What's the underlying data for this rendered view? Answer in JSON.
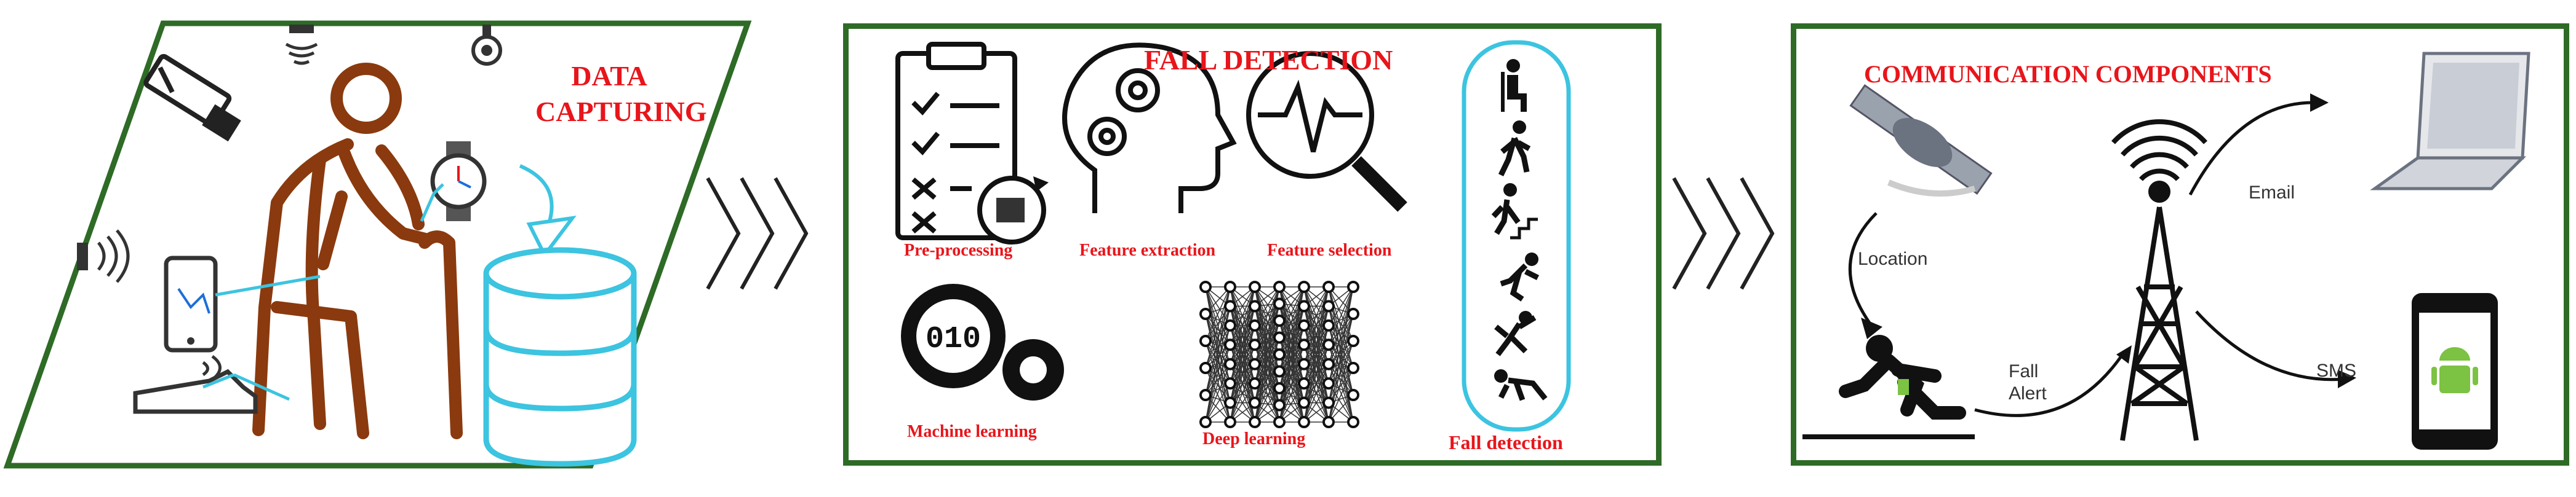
{
  "panel1": {
    "title_line1": "DATA",
    "title_line2": "CAPTURING"
  },
  "panel2": {
    "title": "FALL DETECTION",
    "labels": {
      "preprocessing": "Pre-processing",
      "feature_extraction": "Feature extraction",
      "feature_selection": "Feature selection",
      "machine_learning": "Machine learning",
      "deep_learning": "Deep learning",
      "fall_detection": "Fall detection"
    }
  },
  "panel3": {
    "title": "COMMUNICATION COMPONENTS",
    "labels": {
      "location": "Location",
      "email": "Email",
      "fall_alert_line1": "Fall",
      "fall_alert_line2": "Alert",
      "sms": "SMS"
    }
  },
  "colors": {
    "panel_border": "#2e6b26",
    "title_red": "#e8151b",
    "person_brown": "#8a3a0e",
    "accent_cyan": "#3cc4e0",
    "android_green": "#7cc243"
  }
}
